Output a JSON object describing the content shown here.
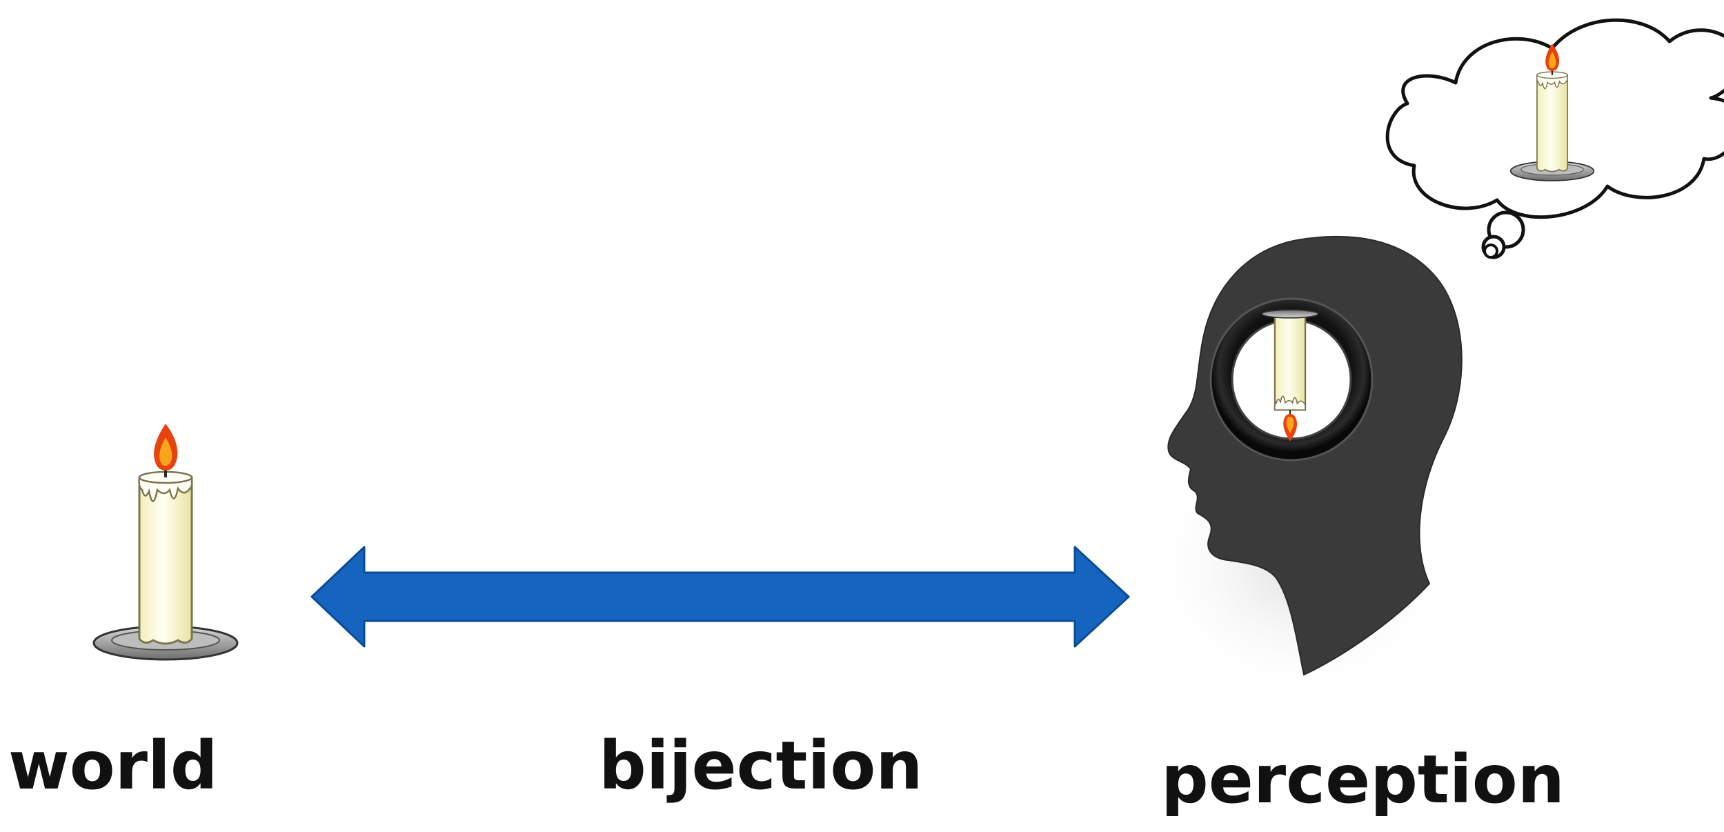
{
  "labels": {
    "world": "world",
    "bijection": "bijection",
    "perception": "perception"
  },
  "colors": {
    "arrow": "#1565c0",
    "head": "#3a3a3a",
    "candle_body": "#fffde0",
    "flame_outer": "#e8420f",
    "flame_inner": "#f9a51b",
    "saucer": "#8a8a8a",
    "text": "#111111"
  },
  "icons": [
    "candle-icon",
    "double-arrow-icon",
    "head-silhouette-icon",
    "thought-cloud-icon"
  ]
}
